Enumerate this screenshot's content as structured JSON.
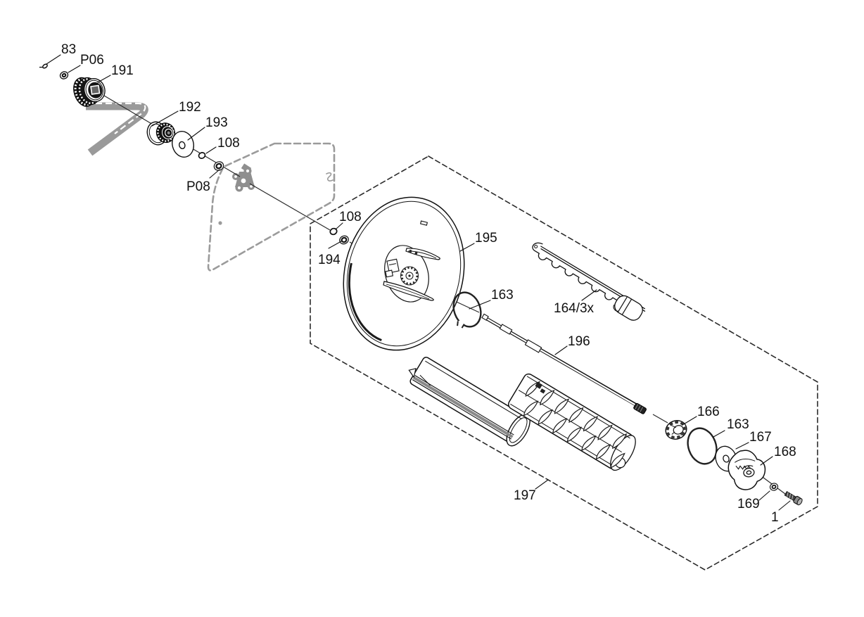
{
  "diagram": {
    "kind": "exploded-parts-diagram",
    "background": "#ffffff",
    "line_color": "#1a1a1a",
    "gray_color": "#999999",
    "part_labels": [
      {
        "id": "83",
        "text": "83"
      },
      {
        "id": "P06",
        "text": "P06"
      },
      {
        "id": "191",
        "text": "191"
      },
      {
        "id": "192",
        "text": "192"
      },
      {
        "id": "193",
        "text": "193"
      },
      {
        "id": "108a",
        "text": "108"
      },
      {
        "id": "P08",
        "text": "P08"
      },
      {
        "id": "108b",
        "text": "108"
      },
      {
        "id": "194",
        "text": "194"
      },
      {
        "id": "195",
        "text": "195"
      },
      {
        "id": "163a",
        "text": "163"
      },
      {
        "id": "164",
        "text": "164/3x"
      },
      {
        "id": "196",
        "text": "196"
      },
      {
        "id": "166",
        "text": "166"
      },
      {
        "id": "163b",
        "text": "163"
      },
      {
        "id": "167",
        "text": "167"
      },
      {
        "id": "168",
        "text": "168"
      },
      {
        "id": "169",
        "text": "169"
      },
      {
        "id": "1",
        "text": "1"
      },
      {
        "id": "197",
        "text": "197"
      }
    ]
  }
}
